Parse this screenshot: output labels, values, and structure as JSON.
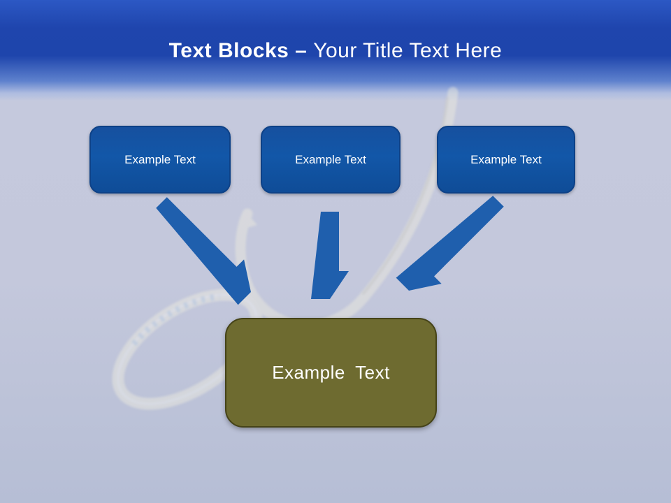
{
  "slide": {
    "title": {
      "bold": "Text Blocks – ",
      "regular": "Your Title Text Here"
    },
    "boxes": {
      "top": [
        {
          "label": "Example Text"
        },
        {
          "label": "Example Text"
        },
        {
          "label": "Example Text"
        }
      ],
      "bottom": {
        "label": "Example Text"
      }
    },
    "background_image": "diamond-ring-hanging-on-fishing-hook",
    "colors": {
      "header_blue_top": "#2c58c4",
      "header_blue_dark": "#1e45ac",
      "background_lavender": "#c5c9dd",
      "box_blue": "#1257a8",
      "box_blue_border": "#0d4187",
      "arrow_blue": "#1f5fad",
      "bottom_olive": "#6e6b30",
      "bottom_olive_border": "#454318",
      "title_text": "#ffffff",
      "box_text": "#ffffff"
    }
  }
}
